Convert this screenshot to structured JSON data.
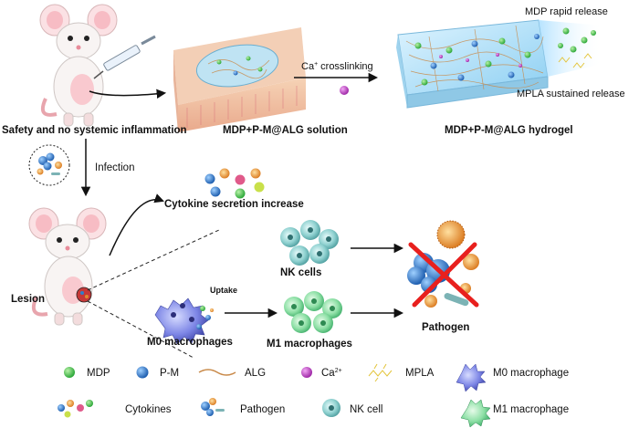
{
  "labels": {
    "safety": "Safety and no systemic inflammation",
    "solution": "MDP+P-M@ALG solution",
    "hydrogel": "MDP+P-M@ALG hydrogel",
    "crosslinking": "crosslinking",
    "crosslinking_ion": "Ca",
    "crosslinking_ion_sup": "+",
    "mdp_release": "MDP rapid release",
    "mpla_release": "MPLA sustained release",
    "infection": "Infection",
    "cytokine_increase": "Cytokine secretion increase",
    "lesion": "Lesion",
    "uptake": "Uptake",
    "nk_cells": "NK cells",
    "m0_macrophages": "M0 macrophages",
    "m1_macrophages": "M1 macrophages",
    "pathogen": "Pathogen"
  },
  "legend": {
    "row1": [
      {
        "icon": "mdp-icon",
        "label": "MDP"
      },
      {
        "icon": "pm-icon",
        "label": "P-M"
      },
      {
        "icon": "alg-icon",
        "label": "ALG"
      },
      {
        "icon": "calcium-icon",
        "label": "Ca",
        "sup": "2+"
      },
      {
        "icon": "mpla-icon",
        "label": "MPLA"
      },
      {
        "icon": "m0-macrophage-icon",
        "label": "M0 macrophage"
      }
    ],
    "row2": [
      {
        "icon": "cytokines-icon",
        "label": "Cytokines"
      },
      {
        "icon": "pathogen-icon",
        "label": "Pathogen"
      },
      {
        "icon": "nk-cell-icon",
        "label": "NK cell"
      },
      {
        "icon": "m1-macrophage-icon",
        "label": "M1 macrophage"
      }
    ]
  },
  "colors": {
    "mdp": "#3cb043",
    "pm": "#2f7fc8",
    "alg": "#c98a4a",
    "calcium": "#c04bc8",
    "mpla": "#e3c43a",
    "m0": "#5a5fc4",
    "nk": "#5aa6a6",
    "m1": "#4ebf7a",
    "pathogen": "#e08a2a",
    "cross": "#e8201e"
  }
}
